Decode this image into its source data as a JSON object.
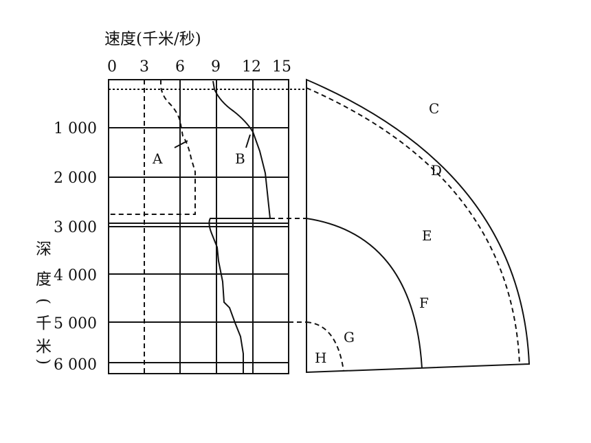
{
  "speed_axis": {
    "title": "速度(千米/秒)",
    "ticks": [
      "0",
      "3",
      "6",
      "9",
      "12",
      "15"
    ]
  },
  "depth_axis": {
    "title": [
      "深",
      "度",
      "(",
      "千",
      "米",
      ")"
    ],
    "ticks": [
      "1 000",
      "2 000",
      "3 000",
      "4 000",
      "5 000",
      "6 000"
    ]
  },
  "wave_labels": [
    "A",
    "B"
  ],
  "layer_labels": [
    "C",
    "D",
    "E",
    "F",
    "G",
    "H"
  ]
}
